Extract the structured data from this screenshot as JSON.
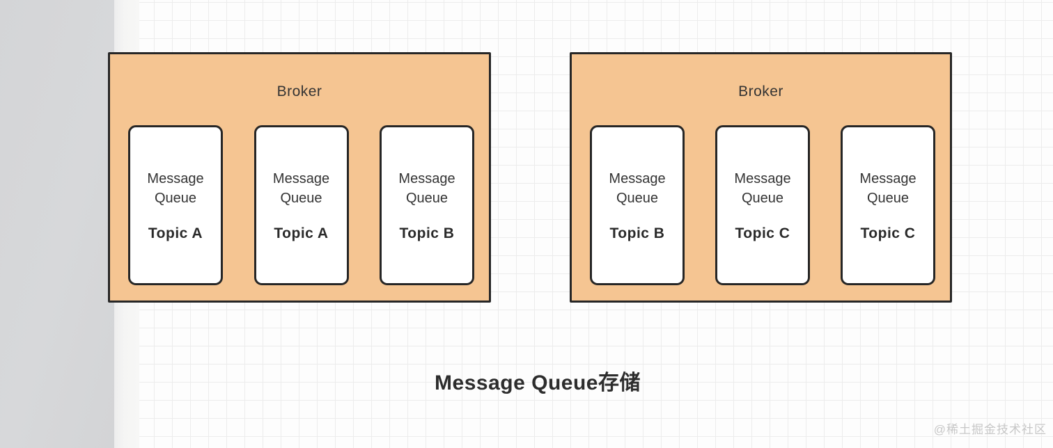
{
  "diagram": {
    "title": "Message Queue存储",
    "watermark": "@稀土掘金技术社区",
    "brokers": [
      {
        "label": "Broker",
        "queues": [
          {
            "name": "Message Queue",
            "topic": "Topic A"
          },
          {
            "name": "Message Queue",
            "topic": "Topic A"
          },
          {
            "name": "Message Queue",
            "topic": "Topic B"
          }
        ]
      },
      {
        "label": "Broker",
        "queues": [
          {
            "name": "Message Queue",
            "topic": "Topic B"
          },
          {
            "name": "Message Queue",
            "topic": "Topic C"
          },
          {
            "name": "Message Queue",
            "topic": "Topic C"
          }
        ]
      }
    ],
    "colors": {
      "broker_fill": "#f5c592",
      "outline": "#262626",
      "grid_line": "#ececec",
      "paper_edge": "#d5d6d8",
      "text": "#333333",
      "watermark": "#c7c7c7"
    }
  }
}
